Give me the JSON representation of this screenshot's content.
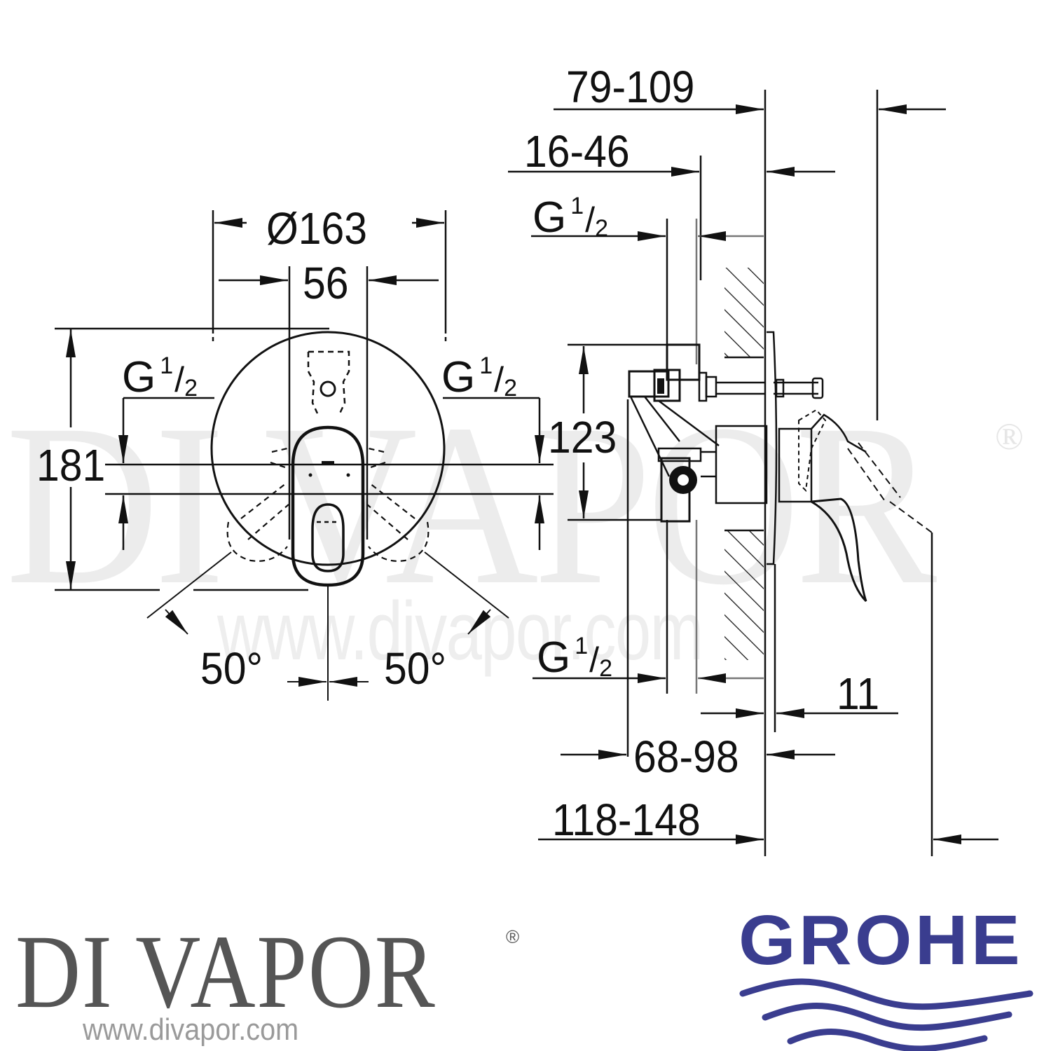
{
  "watermark": {
    "big_text": "DI VAPOR",
    "registered": "®",
    "url": "www.divapor.com"
  },
  "front_view": {
    "dimensions": {
      "diameter": "Ø163",
      "center_width": "56",
      "height": "181",
      "angle_left": "50°",
      "angle_right": "50°"
    },
    "threads": {
      "left": {
        "g": "G",
        "num": "1",
        "den": "2"
      },
      "right": {
        "g": "G",
        "num": "1",
        "den": "2"
      }
    }
  },
  "side_view": {
    "dimensions": {
      "top_total": "79-109",
      "top_mid": "16-46",
      "body_height": "123",
      "wall_plate": "11",
      "bottom_mid": "68-98",
      "bottom_total": "118-148"
    },
    "threads": {
      "top": {
        "g": "G",
        "num": "1",
        "den": "2"
      },
      "bottom": {
        "g": "G",
        "num": "1",
        "den": "2"
      }
    }
  },
  "footer": {
    "retailer_logo": "DI VAPOR",
    "retailer_reg": "®",
    "retailer_url": "www.divapor.com",
    "brand_logo": "GROHE",
    "brand_color": "#3a3d8f",
    "retailer_color": "#555555"
  }
}
